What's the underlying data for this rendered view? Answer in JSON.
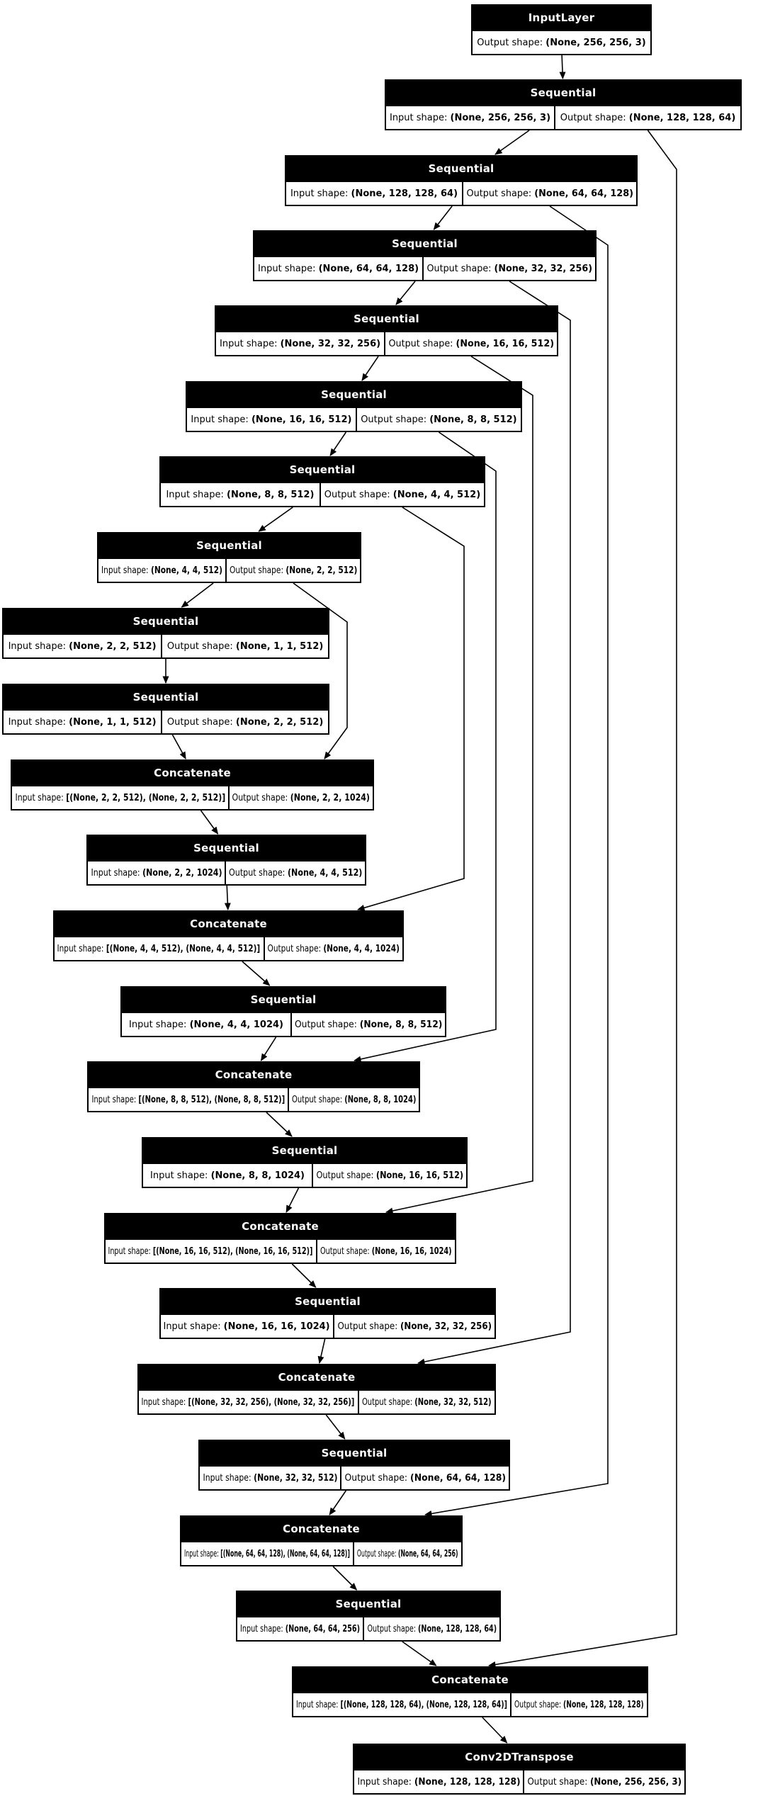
{
  "diagram": {
    "kind": "keras-model-plot-unet",
    "colors": {
      "background": "#ffffff",
      "node_header_bg": "#000000",
      "node_header_text": "#ffffff",
      "node_body_bg": "#ffffff",
      "node_body_text": "#000000",
      "border": "#000000",
      "edge": "#000000"
    },
    "nodes": [
      {
        "name": "InputLayer",
        "cells": [
          {
            "label": "Output shape: ",
            "value": "(None, 256, 256, 3)"
          }
        ]
      },
      {
        "name": "Sequential",
        "cells": [
          {
            "label": "Input shape: ",
            "value": "(None, 256, 256, 3)"
          },
          {
            "label": "Output shape: ",
            "value": "(None, 128, 128, 64)"
          }
        ]
      },
      {
        "name": "Sequential",
        "cells": [
          {
            "label": "Input shape: ",
            "value": "(None, 128, 128, 64)"
          },
          {
            "label": "Output shape: ",
            "value": "(None, 64, 64, 128)"
          }
        ]
      },
      {
        "name": "Sequential",
        "cells": [
          {
            "label": "Input shape: ",
            "value": "(None, 64, 64, 128)"
          },
          {
            "label": "Output shape: ",
            "value": "(None, 32, 32, 256)"
          }
        ]
      },
      {
        "name": "Sequential",
        "cells": [
          {
            "label": "Input shape: ",
            "value": "(None, 32, 32, 256)"
          },
          {
            "label": "Output shape: ",
            "value": "(None, 16, 16, 512)"
          }
        ]
      },
      {
        "name": "Sequential",
        "cells": [
          {
            "label": "Input shape: ",
            "value": "(None, 16, 16, 512)"
          },
          {
            "label": "Output shape: ",
            "value": "(None, 8, 8, 512)"
          }
        ]
      },
      {
        "name": "Sequential",
        "cells": [
          {
            "label": "Input shape: ",
            "value": "(None, 8, 8, 512)"
          },
          {
            "label": "Output shape: ",
            "value": "(None, 4, 4, 512)"
          }
        ]
      },
      {
        "name": "Sequential",
        "cells": [
          {
            "label": "Input shape: ",
            "value": "(None, 4, 4, 512)"
          },
          {
            "label": "Output shape: ",
            "value": "(None, 2, 2, 512)"
          }
        ]
      },
      {
        "name": "Sequential",
        "cells": [
          {
            "label": "Input shape: ",
            "value": "(None, 2, 2, 512)"
          },
          {
            "label": "Output shape: ",
            "value": "(None, 1, 1, 512)"
          }
        ]
      },
      {
        "name": "Sequential",
        "cells": [
          {
            "label": "Input shape: ",
            "value": "(None, 1, 1, 512)"
          },
          {
            "label": "Output shape: ",
            "value": "(None, 2, 2, 512)"
          }
        ]
      },
      {
        "name": "Concatenate",
        "cells": [
          {
            "label": "Input shape: ",
            "value": "[(None, 2, 2, 512), (None, 2, 2, 512)]"
          },
          {
            "label": "Output shape: ",
            "value": "(None, 2, 2, 1024)"
          }
        ]
      },
      {
        "name": "Sequential",
        "cells": [
          {
            "label": "Input shape: ",
            "value": "(None, 2, 2, 1024)"
          },
          {
            "label": "Output shape: ",
            "value": "(None, 4, 4, 512)"
          }
        ]
      },
      {
        "name": "Concatenate",
        "cells": [
          {
            "label": "Input shape: ",
            "value": "[(None, 4, 4, 512), (None, 4, 4, 512)]"
          },
          {
            "label": "Output shape: ",
            "value": "(None, 4, 4, 1024)"
          }
        ]
      },
      {
        "name": "Sequential",
        "cells": [
          {
            "label": "Input shape: ",
            "value": "(None, 4, 4, 1024)"
          },
          {
            "label": "Output shape: ",
            "value": "(None, 8, 8, 512)"
          }
        ]
      },
      {
        "name": "Concatenate",
        "cells": [
          {
            "label": "Input shape: ",
            "value": "[(None, 8, 8, 512), (None, 8, 8, 512)]"
          },
          {
            "label": "Output shape: ",
            "value": "(None, 8, 8, 1024)"
          }
        ]
      },
      {
        "name": "Sequential",
        "cells": [
          {
            "label": "Input shape: ",
            "value": "(None, 8, 8, 1024)"
          },
          {
            "label": "Output shape: ",
            "value": "(None, 16, 16, 512)"
          }
        ]
      },
      {
        "name": "Concatenate",
        "cells": [
          {
            "label": "Input shape: ",
            "value": "[(None, 16, 16, 512), (None, 16, 16, 512)]"
          },
          {
            "label": "Output shape: ",
            "value": "(None, 16, 16, 1024)"
          }
        ]
      },
      {
        "name": "Sequential",
        "cells": [
          {
            "label": "Input shape: ",
            "value": "(None, 16, 16, 1024)"
          },
          {
            "label": "Output shape: ",
            "value": "(None, 32, 32, 256)"
          }
        ]
      },
      {
        "name": "Concatenate",
        "cells": [
          {
            "label": "Input shape: ",
            "value": "[(None, 32, 32, 256), (None, 32, 32, 256)]"
          },
          {
            "label": "Output shape: ",
            "value": "(None, 32, 32, 512)"
          }
        ]
      },
      {
        "name": "Sequential",
        "cells": [
          {
            "label": "Input shape: ",
            "value": "(None, 32, 32, 512)"
          },
          {
            "label": "Output shape: ",
            "value": "(None, 64, 64, 128)"
          }
        ]
      },
      {
        "name": "Concatenate",
        "cells": [
          {
            "label": "Input shape: ",
            "value": "[(None, 64, 64, 128), (None, 64, 64, 128)]"
          },
          {
            "label": "Output shape: ",
            "value": "(None, 64, 64, 256)"
          }
        ]
      },
      {
        "name": "Sequential",
        "cells": [
          {
            "label": "Input shape: ",
            "value": "(None, 64, 64, 256)"
          },
          {
            "label": "Output shape: ",
            "value": "(None, 128, 128, 64)"
          }
        ]
      },
      {
        "name": "Concatenate",
        "cells": [
          {
            "label": "Input shape: ",
            "value": "[(None, 128, 128, 64), (None, 128, 128, 64)]"
          },
          {
            "label": "Output shape: ",
            "value": "(None, 128, 128, 128)"
          }
        ]
      },
      {
        "name": "Conv2DTranspose",
        "cells": [
          {
            "label": "Input shape: ",
            "value": "(None, 128, 128, 128)"
          },
          {
            "label": "Output shape: ",
            "value": "(None, 256, 256, 3)"
          }
        ]
      }
    ],
    "edges": [
      {
        "from": 0,
        "to": 1,
        "kind": "main"
      },
      {
        "from": 1,
        "to": 2,
        "kind": "main"
      },
      {
        "from": 2,
        "to": 3,
        "kind": "main"
      },
      {
        "from": 3,
        "to": 4,
        "kind": "main"
      },
      {
        "from": 4,
        "to": 5,
        "kind": "main"
      },
      {
        "from": 5,
        "to": 6,
        "kind": "main"
      },
      {
        "from": 6,
        "to": 7,
        "kind": "main"
      },
      {
        "from": 7,
        "to": 8,
        "kind": "main"
      },
      {
        "from": 8,
        "to": 9,
        "kind": "main"
      },
      {
        "from": 9,
        "to": 10,
        "kind": "main"
      },
      {
        "from": 10,
        "to": 11,
        "kind": "main"
      },
      {
        "from": 11,
        "to": 12,
        "kind": "main"
      },
      {
        "from": 12,
        "to": 13,
        "kind": "main"
      },
      {
        "from": 13,
        "to": 14,
        "kind": "main"
      },
      {
        "from": 14,
        "to": 15,
        "kind": "main"
      },
      {
        "from": 15,
        "to": 16,
        "kind": "main"
      },
      {
        "from": 16,
        "to": 17,
        "kind": "main"
      },
      {
        "from": 17,
        "to": 18,
        "kind": "main"
      },
      {
        "from": 18,
        "to": 19,
        "kind": "main"
      },
      {
        "from": 19,
        "to": 20,
        "kind": "main"
      },
      {
        "from": 20,
        "to": 21,
        "kind": "main"
      },
      {
        "from": 21,
        "to": 22,
        "kind": "main"
      },
      {
        "from": 22,
        "to": 23,
        "kind": "main"
      },
      {
        "from": 7,
        "to": 10,
        "kind": "skip"
      },
      {
        "from": 6,
        "to": 12,
        "kind": "skip"
      },
      {
        "from": 5,
        "to": 14,
        "kind": "skip"
      },
      {
        "from": 4,
        "to": 16,
        "kind": "skip"
      },
      {
        "from": 3,
        "to": 18,
        "kind": "skip"
      },
      {
        "from": 2,
        "to": 20,
        "kind": "skip"
      },
      {
        "from": 1,
        "to": 22,
        "kind": "skip"
      }
    ]
  }
}
